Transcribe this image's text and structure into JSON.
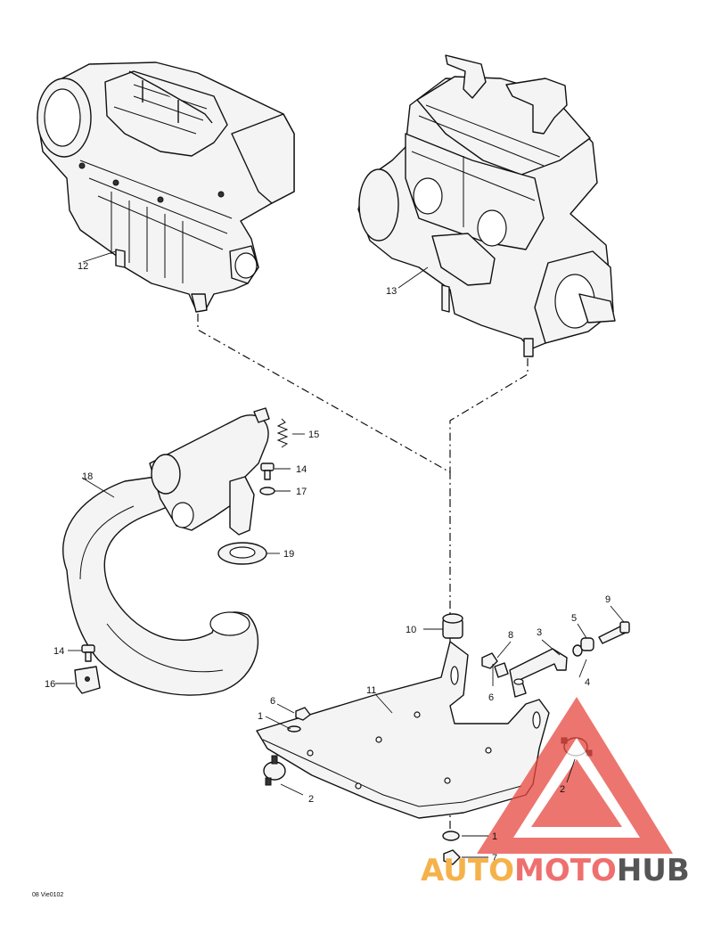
{
  "diagram": {
    "code": "08 Vie0102",
    "callouts": {
      "c1a": "1",
      "c1b": "1",
      "c2a": "2",
      "c2b": "2",
      "c3": "3",
      "c4": "4",
      "c5": "5",
      "c6a": "6",
      "c6b": "6",
      "c7": "7",
      "c8": "8",
      "c9": "9",
      "c10": "10",
      "c11": "11",
      "c12": "12",
      "c13": "13",
      "c14a": "14",
      "c14b": "14",
      "c15": "15",
      "c16": "16",
      "c17": "17",
      "c18": "18",
      "c19": "19"
    }
  },
  "watermark": {
    "part1": "AUTO",
    "part2": "MOTO",
    "part3": "HUB",
    "colors": {
      "auto": "#f5b24a",
      "moto": "#ef6f6f",
      "hub": "#555555",
      "triangle": "#e8483f"
    }
  }
}
